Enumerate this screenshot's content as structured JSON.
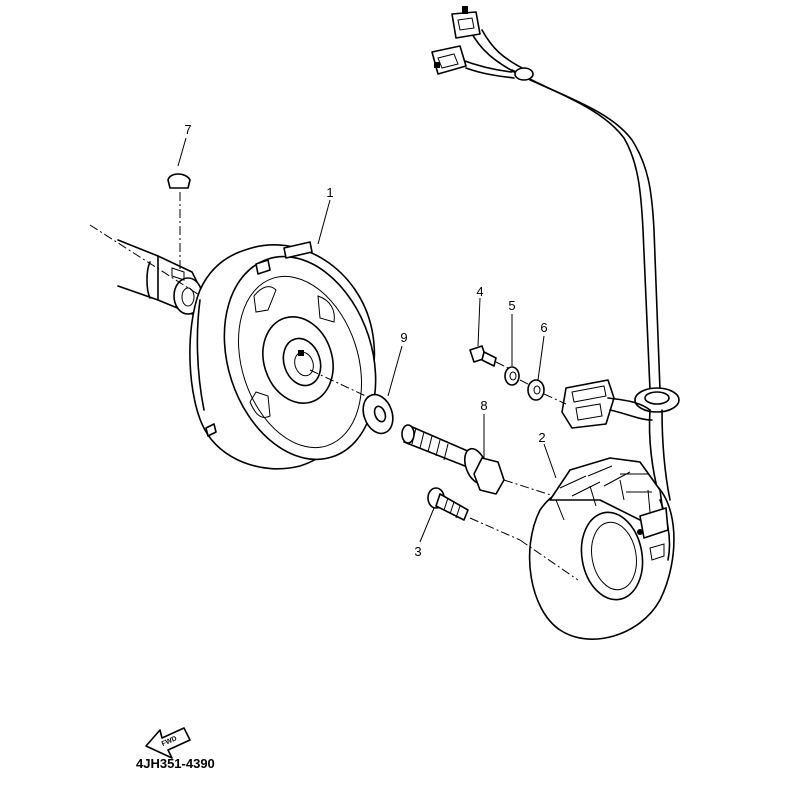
{
  "callouts": {
    "c1": "1",
    "c2": "2",
    "c3": "3",
    "c4": "4",
    "c5": "5",
    "c6": "6",
    "c7": "7",
    "c8": "8",
    "c9": "9"
  },
  "fwd_label": "FWD",
  "part_code": "4JH351-4390",
  "colors": {
    "line": "#000000",
    "background": "#ffffff"
  },
  "icons": {
    "direction_arrow": "fwd-arrow-icon"
  }
}
